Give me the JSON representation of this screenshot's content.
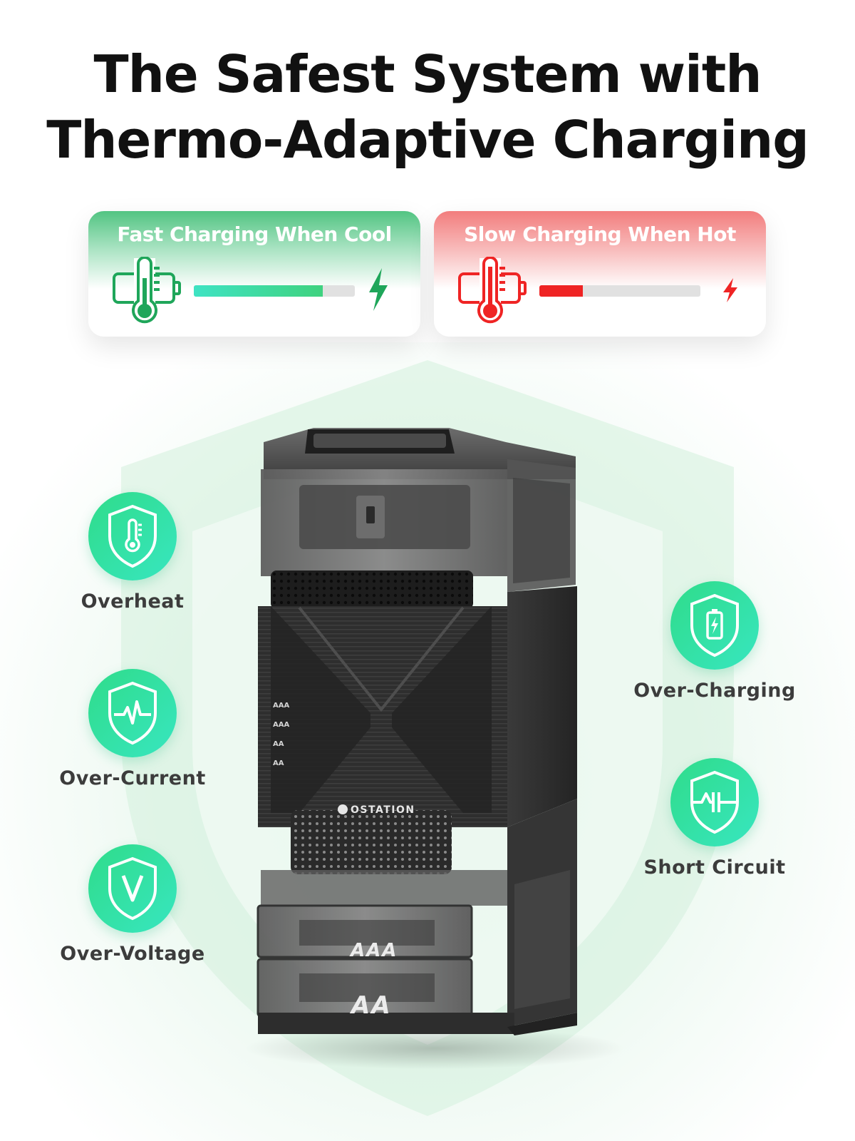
{
  "headline": {
    "line1": "The Safest System with",
    "line2": "Thermo-Adaptive Charging"
  },
  "charging_modes": [
    {
      "label": "Fast Charging When Cool",
      "level": 0.8,
      "color": "#2ec06e",
      "icons": [
        "thermometer-battery-icon",
        "lightning-bolt-icon"
      ]
    },
    {
      "label": "Slow Charging When Hot",
      "level": 0.27,
      "color": "#ef2424",
      "icons": [
        "thermometer-battery-icon",
        "lightning-bolt-icon"
      ]
    }
  ],
  "protections": {
    "left": [
      {
        "label": "Overheat",
        "icon": "shield-thermometer-icon"
      },
      {
        "label": "Over-Current",
        "icon": "shield-pulse-icon"
      },
      {
        "label": "Over-Voltage",
        "icon": "shield-voltage-icon"
      }
    ],
    "right": [
      {
        "label": "Over-Charging",
        "icon": "shield-battery-icon"
      },
      {
        "label": "Short Circuit",
        "icon": "shield-circuit-icon"
      }
    ]
  },
  "device": {
    "brand": "OSTATION",
    "slot_labels": [
      "AAA",
      "AAA",
      "AA",
      "AA"
    ],
    "drawer_labels": [
      "AAA",
      "AA"
    ]
  },
  "colors": {
    "accent_green": "#2fdc8a",
    "accent_red": "#ef2424",
    "headline": "#111111"
  }
}
